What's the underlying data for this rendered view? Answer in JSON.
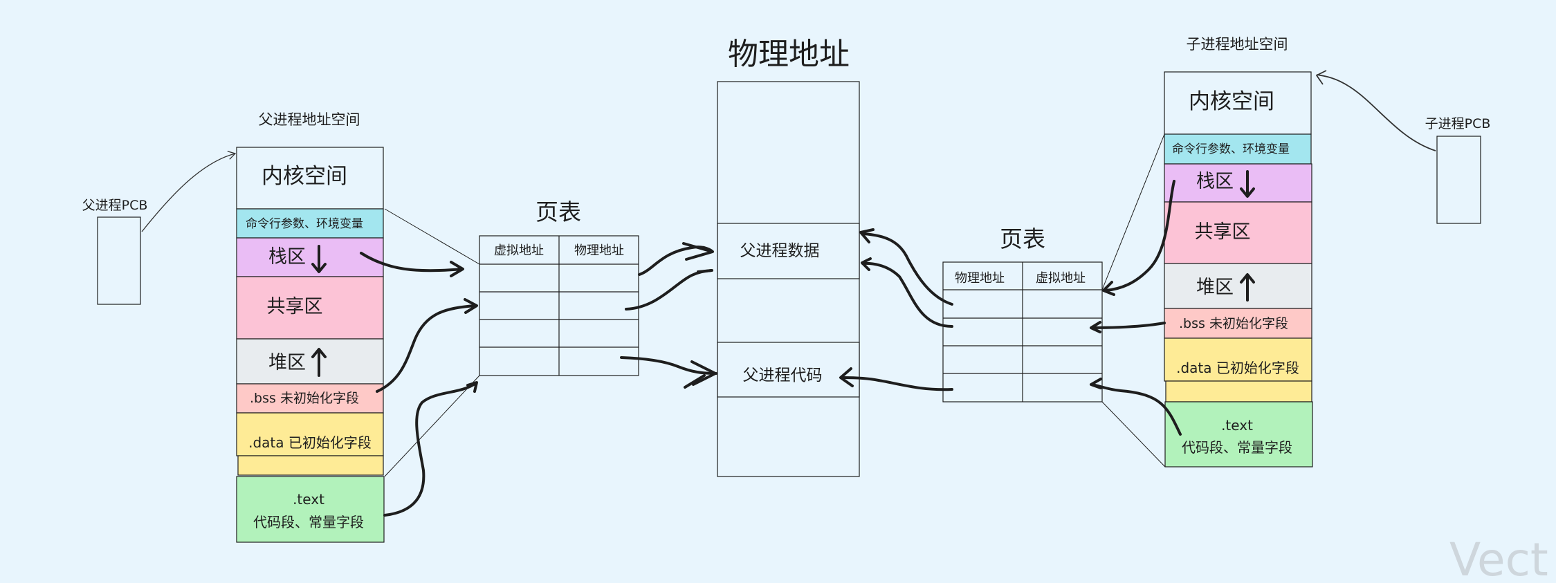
{
  "parent": {
    "pcb_label": "父进程PCB",
    "space_title": "父进程地址空间",
    "segments": {
      "kernel": "内核空间",
      "args": "命令行参数、环境变量",
      "stack": "栈区",
      "shared": "共享区",
      "heap": "堆区",
      "bss": ".bss 未初始化字段",
      "data": ".data 已初始化字段",
      "text_line1": ".text",
      "text_line2": "代码段、常量字段"
    }
  },
  "left_page_table": {
    "title": "页表",
    "col1": "虚拟地址",
    "col2": "物理地址"
  },
  "physical": {
    "title": "物理地址",
    "data_label": "父进程数据",
    "code_label": "父进程代码"
  },
  "right_page_table": {
    "title": "页表",
    "col1": "物理地址",
    "col2": "虚拟地址"
  },
  "child": {
    "pcb_label": "子进程PCB",
    "space_title": "子进程地址空间",
    "segments": {
      "kernel": "内核空间",
      "args": "命令行参数、环境变量",
      "stack": "栈区",
      "shared": "共享区",
      "heap": "堆区",
      "bss": ".bss 未初始化字段",
      "data": ".data 已初始化字段",
      "text_line1": ".text",
      "text_line2": "代码段、常量字段"
    }
  },
  "watermark": "Vect",
  "colors": {
    "background": "#e8f5fd",
    "args": "#a3e6ef",
    "stack": "#eabdf5",
    "shared": "#fcc3d6",
    "heap": "#e8ecef",
    "bss": "#fec9c7",
    "data": "#feeb96",
    "text": "#b2f2bb"
  }
}
